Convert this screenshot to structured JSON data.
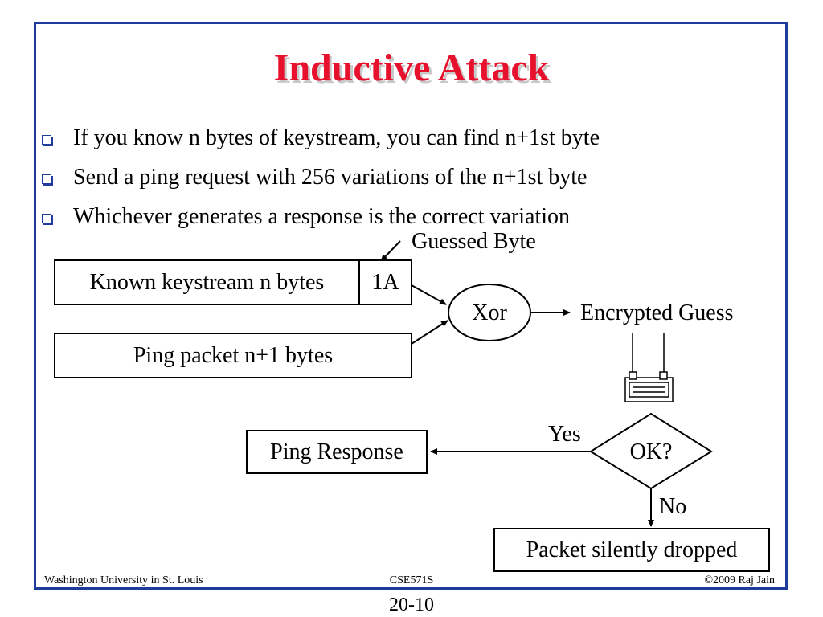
{
  "slide": {
    "title": "Inductive Attack",
    "bullets": [
      "If you know n bytes of keystream, you can find n+1st byte",
      "Send a ping request with 256 variations of the n+1st byte",
      "Whichever generates a response is the correct variation"
    ]
  },
  "diagram": {
    "known_keystream": "Known keystream n bytes",
    "guessed_value": "1A",
    "guessed_byte_label": "Guessed Byte",
    "ping_packet": "Ping packet n+1 bytes",
    "xor": "Xor",
    "encrypted_guess": "Encrypted Guess",
    "decision": "OK?",
    "yes_label": "Yes",
    "no_label": "No",
    "ping_response": "Ping Response",
    "dropped": "Packet silently dropped"
  },
  "icons": {
    "access_point": "wireless-access-point-icon"
  },
  "colors": {
    "title": "#e8112d",
    "frame": "#1f3b9e",
    "bullet": "#1f3b9e"
  },
  "footer": {
    "left": "Washington University in St. Louis",
    "center": "CSE571S",
    "right": "©2009 Raj Jain",
    "page_number": "20-10"
  }
}
